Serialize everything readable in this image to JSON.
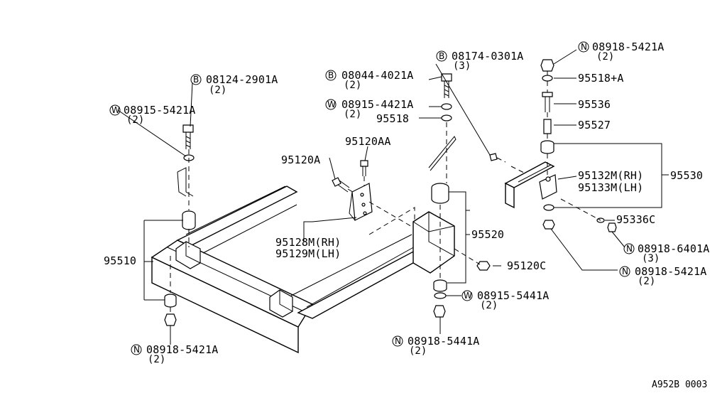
{
  "diagram_code": "A952B 0003",
  "callouts": [
    {
      "id": "c1",
      "prefix": "B",
      "part": "08124-2901A",
      "qty": "(2)"
    },
    {
      "id": "c2",
      "prefix": "W",
      "part": "08915-5421A",
      "qty": "(2)"
    },
    {
      "id": "c3",
      "prefix": "B",
      "part": "08044-4021A",
      "qty": "(2)"
    },
    {
      "id": "c4",
      "prefix": "W",
      "part": "08915-4421A",
      "qty": "(2)"
    },
    {
      "id": "c5",
      "prefix": "",
      "part": "95518",
      "qty": ""
    },
    {
      "id": "c6",
      "prefix": "B",
      "part": "08174-0301A",
      "qty": "(3)"
    },
    {
      "id": "c7",
      "prefix": "N",
      "part": "08918-5421A",
      "qty": "(2)"
    },
    {
      "id": "c8",
      "prefix": "",
      "part": "95518+A",
      "qty": ""
    },
    {
      "id": "c9",
      "prefix": "",
      "part": "95536",
      "qty": ""
    },
    {
      "id": "c10",
      "prefix": "",
      "part": "95527",
      "qty": ""
    },
    {
      "id": "c11",
      "prefix": "",
      "part": "95120AA",
      "qty": ""
    },
    {
      "id": "c12",
      "prefix": "",
      "part": "95120A",
      "qty": ""
    },
    {
      "id": "c13",
      "prefix": "",
      "part": "95132M(RH)",
      "qty": ""
    },
    {
      "id": "c14",
      "prefix": "",
      "part": "95133M(LH)",
      "qty": ""
    },
    {
      "id": "c15",
      "prefix": "",
      "part": "95530",
      "qty": ""
    },
    {
      "id": "c16",
      "prefix": "",
      "part": "95336C",
      "qty": ""
    },
    {
      "id": "c17",
      "prefix": "N",
      "part": "08918-6401A",
      "qty": "(3)"
    },
    {
      "id": "c18",
      "prefix": "N",
      "part": "08918-5421A",
      "qty": "(2)"
    },
    {
      "id": "c19",
      "prefix": "",
      "part": "95128M(RH)",
      "qty": ""
    },
    {
      "id": "c20",
      "prefix": "",
      "part": "95129M(LH)",
      "qty": ""
    },
    {
      "id": "c21",
      "prefix": "",
      "part": "95520",
      "qty": ""
    },
    {
      "id": "c22",
      "prefix": "",
      "part": "95510",
      "qty": ""
    },
    {
      "id": "c23",
      "prefix": "",
      "part": "95120C",
      "qty": ""
    },
    {
      "id": "c24",
      "prefix": "W",
      "part": "08915-5441A",
      "qty": "(2)"
    },
    {
      "id": "c25",
      "prefix": "N",
      "part": "08918-5441A",
      "qty": "(2)"
    },
    {
      "id": "c26",
      "prefix": "N",
      "part": "08918-5421A",
      "qty": "(2)"
    }
  ]
}
